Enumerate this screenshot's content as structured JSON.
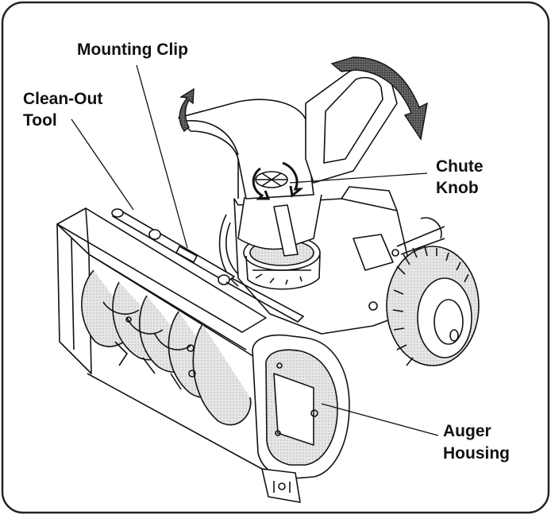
{
  "labels": {
    "mounting_clip": "Mounting Clip",
    "clean_out_line1": "Clean-Out",
    "clean_out_line2": "Tool",
    "chute_line1": "Chute",
    "chute_line2": "Knob",
    "auger_line1": "Auger",
    "auger_line2": "Housing"
  },
  "colors": {
    "line": "#111111",
    "arrow_fill": "#4a4a4a",
    "frame": "#222222"
  }
}
